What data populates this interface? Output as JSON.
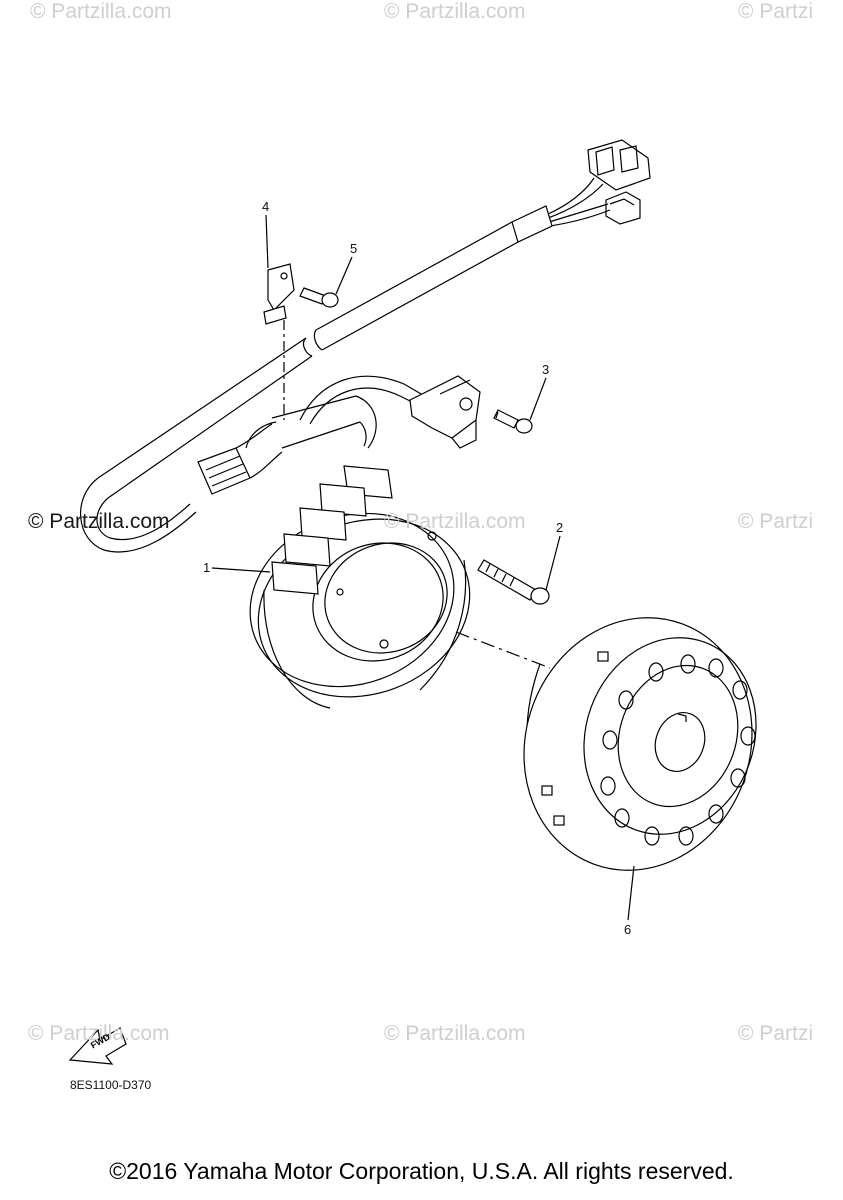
{
  "watermarks": {
    "top_left": "© Partzilla.com",
    "top_center": "© Partzilla.com",
    "top_right": "© Partzi",
    "mid_left": "© Partzilla.com",
    "mid_center": "© Partzilla.com",
    "mid_right": "© Partzi",
    "bottom_left": "© Partzilla.com",
    "bottom_center": "© Partzilla.com",
    "bottom_right": "© Partzi"
  },
  "callouts": [
    "1",
    "2",
    "3",
    "4",
    "5",
    "6"
  ],
  "fwd_label": "FWD",
  "diagram_code": "8ES1100-D370",
  "copyright": "©2016 Yamaha Motor Corporation, U.S.A. All rights reserved."
}
